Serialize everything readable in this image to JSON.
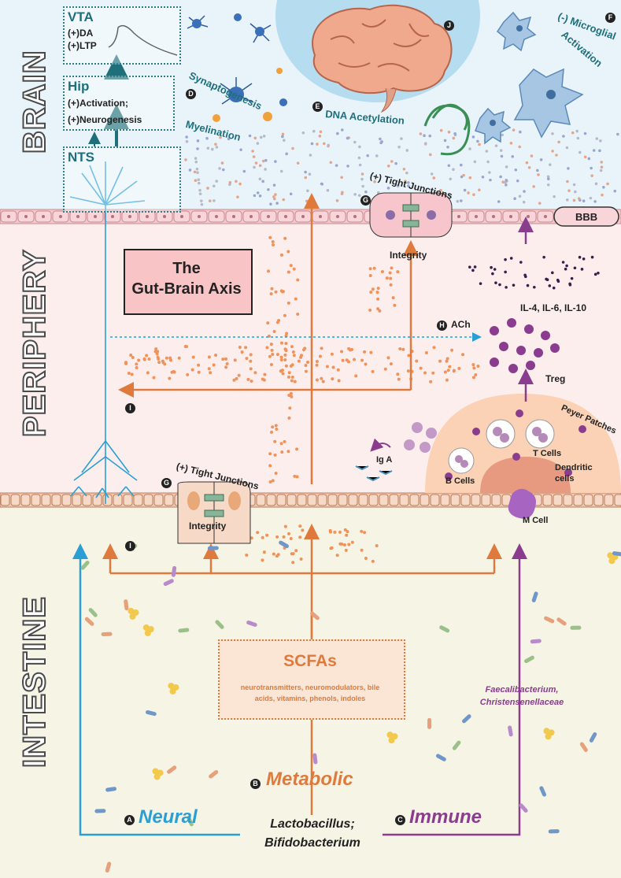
{
  "regions": {
    "brain": "BRAIN",
    "periphery": "PERIPHERY",
    "intestine": "INTESTINE"
  },
  "title": {
    "line1": "The",
    "line2": "Gut-Brain Axis"
  },
  "brain": {
    "vta": {
      "title": "VTA",
      "l1": "(+)DA",
      "l2": "(+)LTP"
    },
    "hip": {
      "title": "Hip",
      "l1": "(+)Activation;",
      "l2": "(+)Neurogenesis"
    },
    "nts": "NTS",
    "synaptogenesis": "Synaptogenesis",
    "myelination": "Myelination",
    "dna": "DNA Acetylation",
    "microglial1": "(-) Microglial",
    "microglial2": "Activation",
    "bbb": "BBB"
  },
  "markers": {
    "D": "D",
    "E": "E",
    "F": "F",
    "J": "J",
    "G": "G",
    "H": "H",
    "I": "I",
    "A": "A",
    "B": "B",
    "C": "C"
  },
  "periphery": {
    "tight_top": "(+) Tight Junctions",
    "integrity_top": "Integrity",
    "ach": "ACh",
    "interleukins": "IL-4, IL-6, IL-10",
    "treg": "Treg",
    "peyer": "Peyer Patches",
    "tcells": "T Cells",
    "dendritic1": "Dendritic",
    "dendritic2": "cells",
    "bcells": "B Cells",
    "iga": "Ig A",
    "mcell": "M Cell",
    "tight_bottom": "(+) Tight Junctions",
    "integrity_bottom": "Integrity"
  },
  "intestine": {
    "scfa_title": "SCFAs",
    "scfa_l1": "neurotransmitters, neuromodulators, bile",
    "scfa_l2": "acids, vitamins, phenols, indoles",
    "faecali1": "Faecalibacterium,",
    "faecali2": "Christensenellaceae",
    "metabolic": "Metabolic",
    "neural": "Neural",
    "immune": "Immune",
    "lacto1": "Lactobacillus;",
    "lacto2": "Bifidobacterium"
  },
  "colors": {
    "brain_bg": "#e8f4fa",
    "periphery_bg": "#fdeeee",
    "intestine_bg": "#f6f4e4",
    "neural": "#2a9fd6",
    "metabolic": "#e07a3c",
    "immune": "#8a3c8e",
    "teal": "#1f6f7a"
  }
}
